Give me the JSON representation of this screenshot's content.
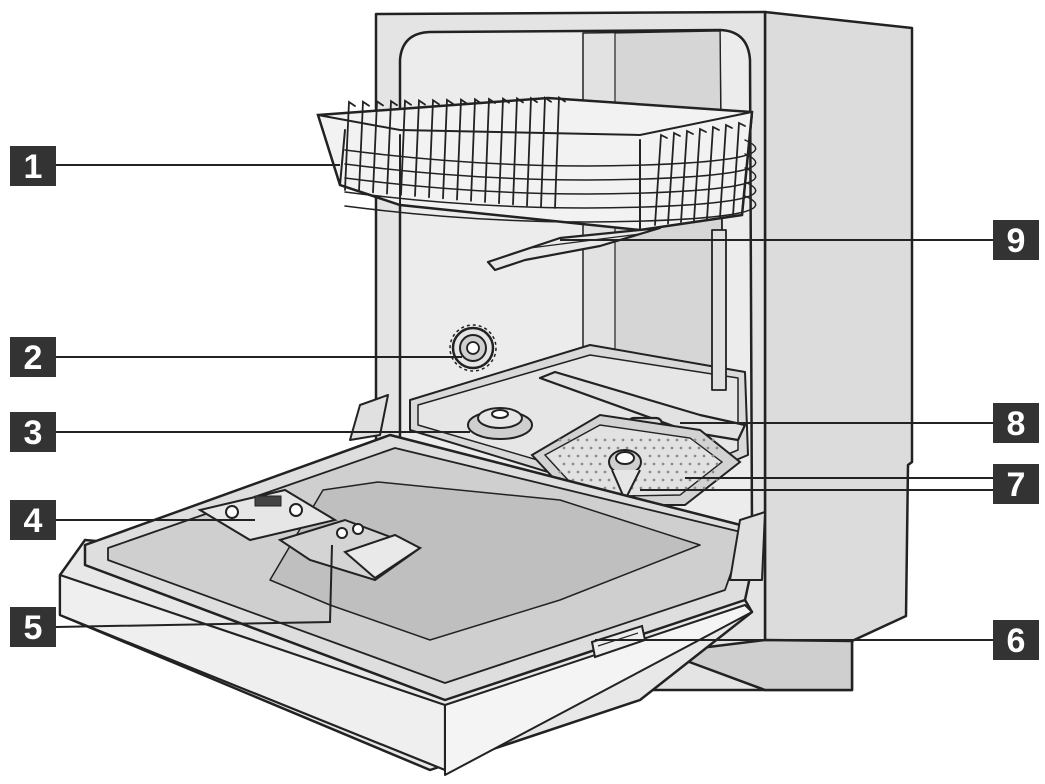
{
  "diagram": {
    "callouts": [
      {
        "id": "1",
        "label": "1"
      },
      {
        "id": "2",
        "label": "2"
      },
      {
        "id": "3",
        "label": "3"
      },
      {
        "id": "4",
        "label": "4"
      },
      {
        "id": "5",
        "label": "5"
      },
      {
        "id": "6",
        "label": "6"
      },
      {
        "id": "7",
        "label": "7"
      },
      {
        "id": "8",
        "label": "8"
      },
      {
        "id": "9",
        "label": "9"
      }
    ]
  },
  "colors": {
    "line": "#222222",
    "badge_fill": "#333333",
    "badge_text": "#ffffff",
    "panel": "#dddddd",
    "panel_dark": "#bdbdbd",
    "interior": "#ececec"
  }
}
